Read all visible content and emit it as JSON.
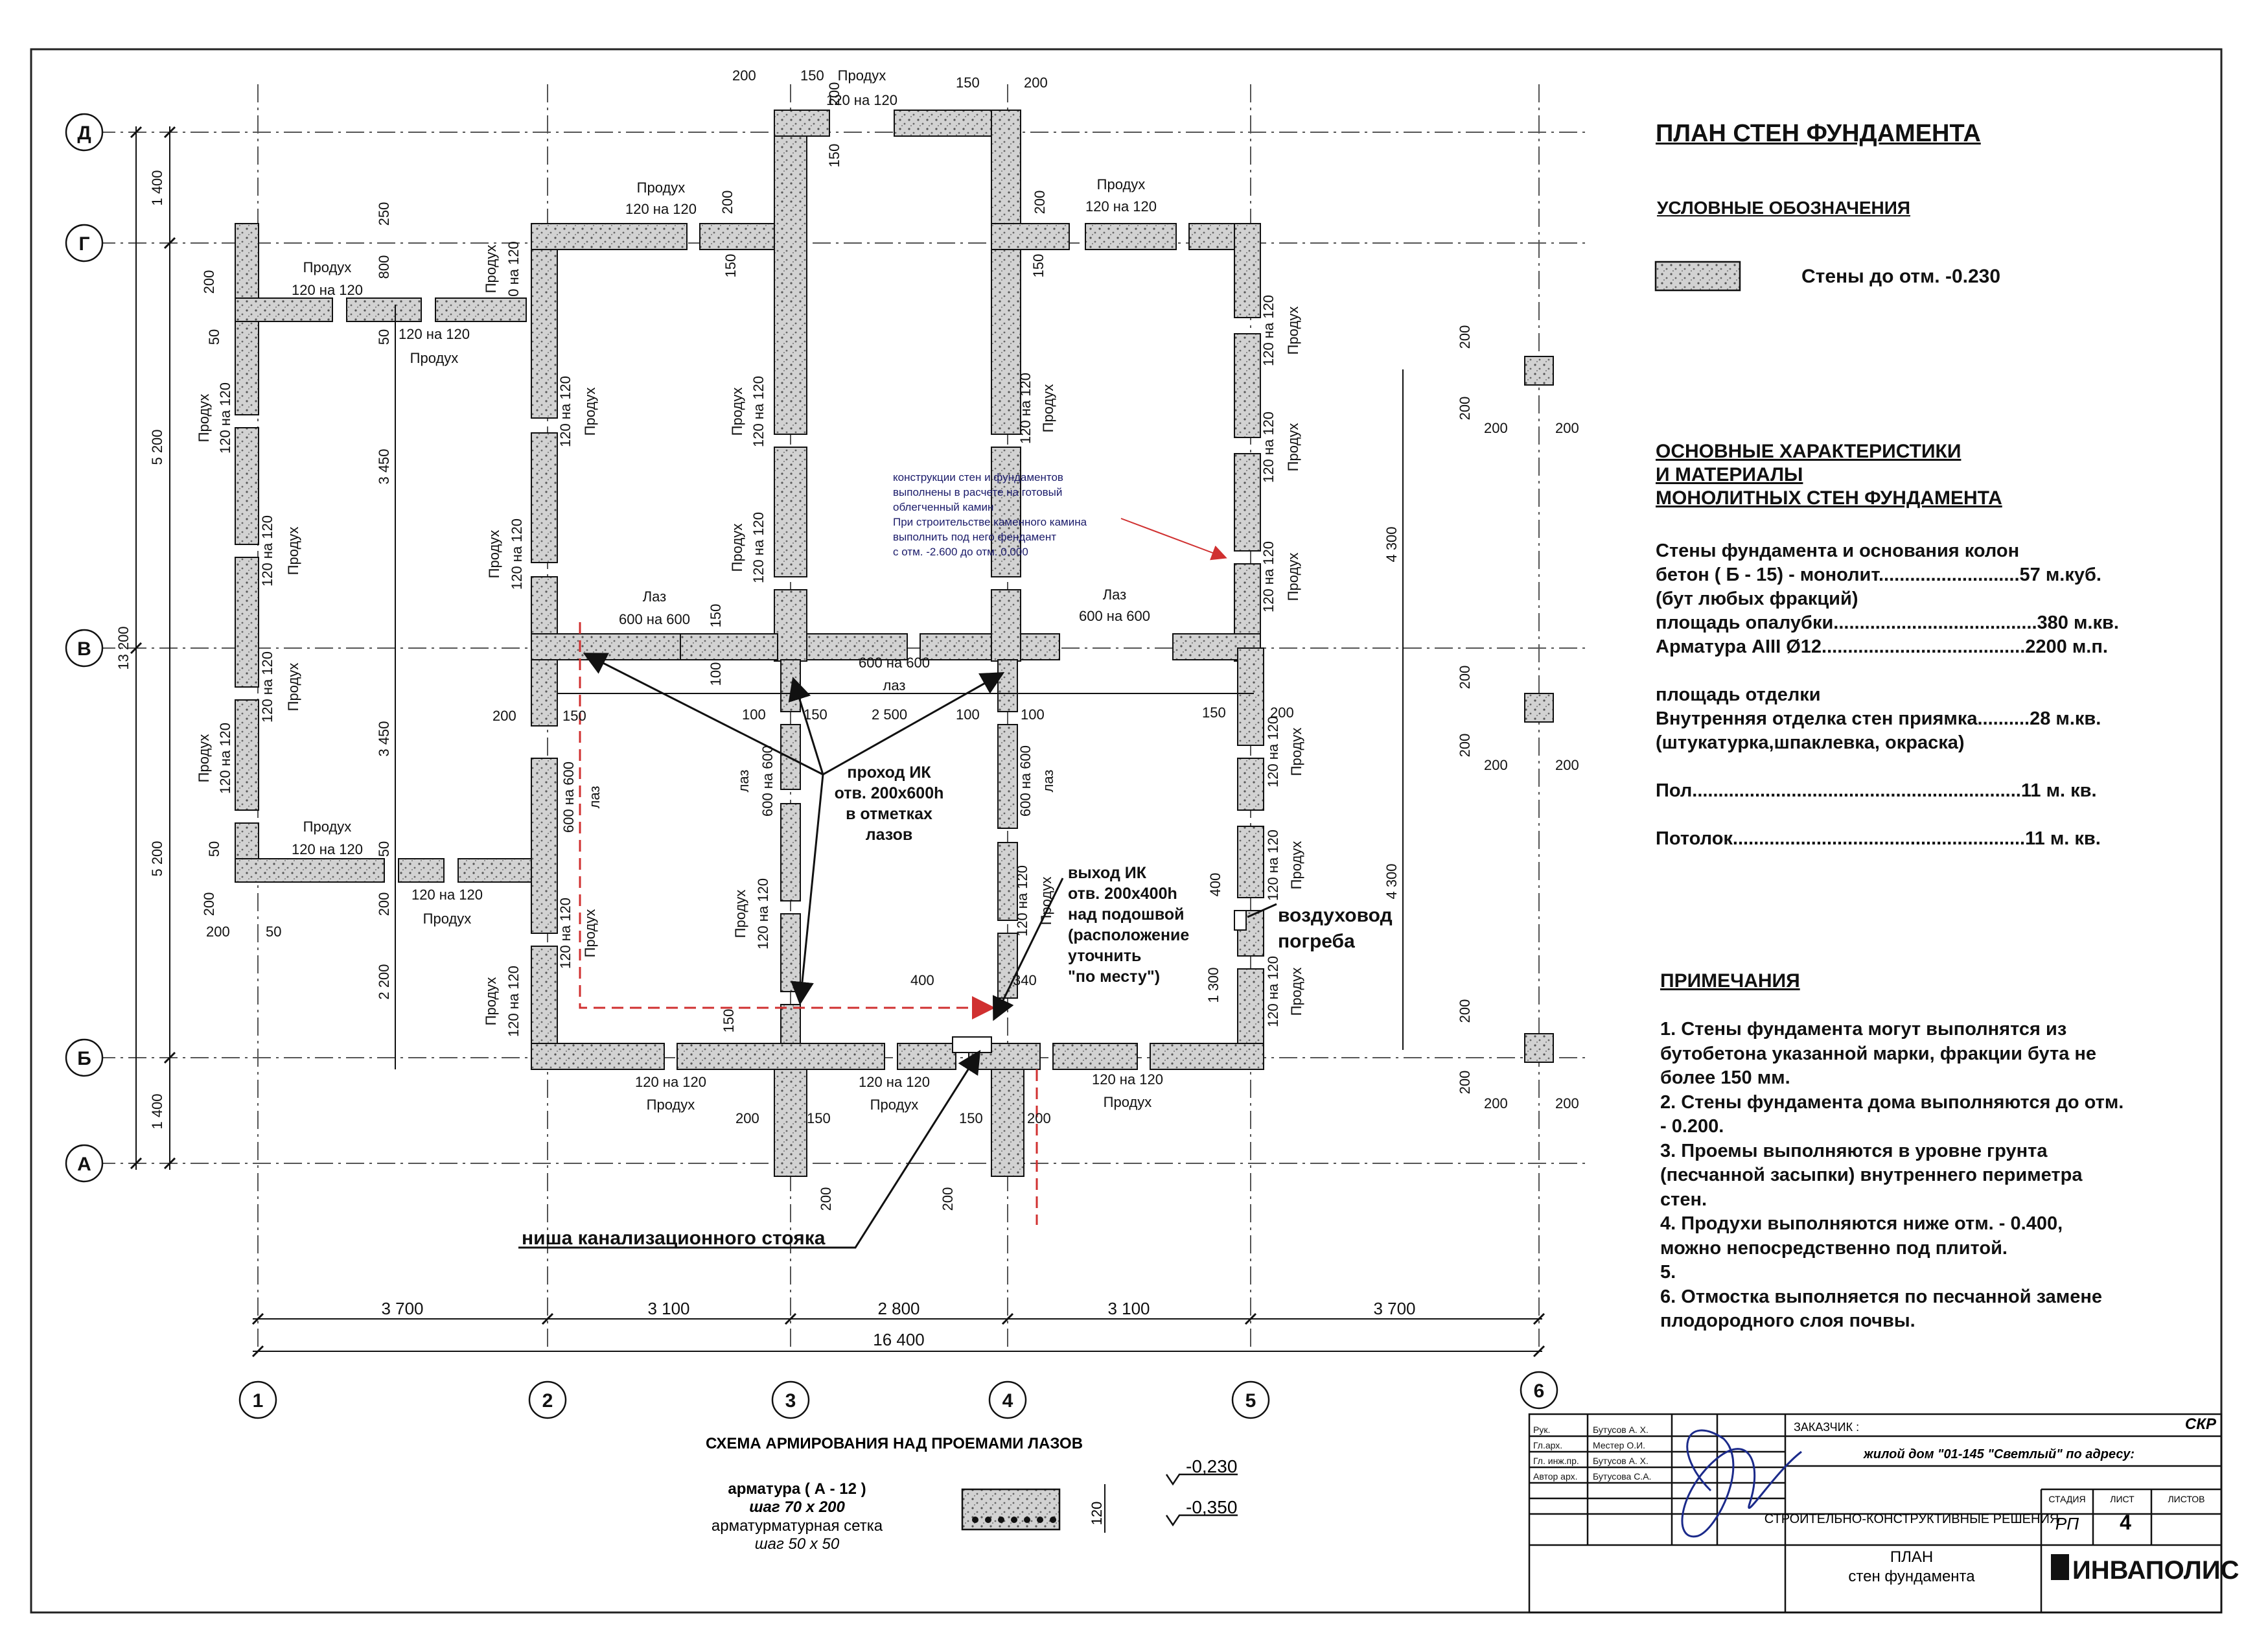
{
  "sheet": {
    "title": "ПЛАН СТЕН ФУНДАМЕНТА",
    "legend_header": "УСЛОВНЫЕ ОБОЗНАЧЕНИЯ",
    "legend_item": "Стены до отм. -0.230",
    "chars_header_1": "ОСНОВНЫЕ ХАРАКТЕРИСТИКИ",
    "chars_header_2": "И МАТЕРИАЛЫ",
    "chars_header_3": "МОНОЛИТНЫХ СТЕН ФУНДАМЕНТА",
    "chars_lines": [
      "Стены фундамента и основания колон",
      "бетон ( Б - 15) - монолит...........................57 м.куб.",
      "(бут любых фракций)",
      "площадь опалубки.......................................380 м.кв.",
      "Арматура AIII Ø12.......................................2200 м.п.",
      "",
      "площадь отделки",
      "Внутренняя отделка стен приямка..........28 м.кв.",
      "(штукатурка,шпаклевка, окраска)",
      "",
      "Пол...............................................................11 м. кв.",
      "",
      "Потолок........................................................11 м. кв."
    ],
    "notes_header": "ПРИМЕЧАНИЯ",
    "notes": [
      "1. Стены фундамента могут выполнятся из",
      "бутобетона указанной марки, фракции бута не",
      "более 150 мм.",
      "2. Стены фундамента дома выполняются до отм.",
      "- 0.200.",
      "3. Проемы выполняются в уровне грунта",
      "(песчанной засыпки) внутреннего периметра",
      "стен.",
      "4. Продухи выполняются ниже отм.  - 0.400,",
      "можно непосредственно под плитой.",
      "5.",
      "6. Отмостка выполняется по песчанной замене",
      "плодородного слоя почвы."
    ]
  },
  "plan": {
    "axes_v": [
      "1",
      "2",
      "3",
      "4",
      "5",
      "6"
    ],
    "axes_h": [
      "Д",
      "Г",
      "В",
      "Б",
      "А"
    ],
    "dims_bottom": [
      "3 700",
      "3 100",
      "2 800",
      "3 100",
      "3 700"
    ],
    "dim_total": "16 400",
    "dims_left": [
      "1 400",
      "5 200",
      "13 200",
      "5 200",
      "1 400"
    ],
    "dims_inner": [
      "3 450",
      "3 450",
      "2 200"
    ],
    "dims_right": [
      "4 300",
      "4 300"
    ],
    "vent": "Продух",
    "vent_size": "120 на 120",
    "vent_size_short": "0 на 120",
    "hatch": "Лаз",
    "hatch_short": "лаз",
    "hatch_size": "600 на 600",
    "n50": "50",
    "n100": "100",
    "n150": "150",
    "n200": "200",
    "n250": "250",
    "n400": "400",
    "n800": "800",
    "d2500": "2 500",
    "d1300": "1 300",
    "d340": "340",
    "note_fireplace": [
      "конструкции стен и фундаментов",
      "выполнены в расчете на готовый",
      "облегченный камин",
      "При строительстве каменного камина",
      "выполнить под него фендамент",
      "с отм. -2.600 до отм. 0.000"
    ],
    "callout_pass": [
      "проход ИК",
      "отв. 200х600h",
      "в отметках",
      "лазов"
    ],
    "callout_exit": [
      "выход ИК",
      "отв. 200х400h",
      "над подошвой",
      "(расположение",
      "уточнить",
      "\"по месту\")"
    ],
    "duct": [
      "воздуховод",
      "погреба"
    ],
    "sewer": "ниша канализационного стояка"
  },
  "scheme": {
    "title": "СХЕМА АРМИРОВАНИЯ НАД ПРОЕМАМИ ЛАЗОВ",
    "line1": "арматура ( А - 12 )",
    "line2": "шаг 70 х 200",
    "line3": "арматурматурная сетка",
    "line4": "шаг 50 х 50",
    "lvl1": "-0,230",
    "lvl2": "-0,350",
    "thk": "120"
  },
  "stamp": {
    "roles": [
      "Рук.",
      "Гл.арх.",
      "Гл. инж.пр.",
      "Автор арх."
    ],
    "names": [
      "Бутусов А. Х.",
      "Местер О.И.",
      "Бутусов А. Х.",
      "Бутусова С.А."
    ],
    "customer_lbl": "ЗАКАЗЧИК :",
    "code": "СКР",
    "object_name": "жилой дом \"01-145 \"Светлый\" по адресу:",
    "stage_hdr": "СТАДИЯ",
    "sheet_hdr": "ЛИСТ",
    "sheets_hdr": "ЛИСТОВ",
    "section": "СТРОИТЕЛЬНО-КОНСТРУКТИВНЫЕ РЕШЕНИЯ",
    "stage": "РП",
    "sheet_no": "4",
    "dwg_title_1": "ПЛАН",
    "dwg_title_2": "стен фундамента",
    "company": "ИНВАПОЛИС"
  },
  "colors": {
    "ink": "#111111",
    "wall": "#cfcfcf",
    "red": "#d03030",
    "accent": "#1b2a8a"
  }
}
